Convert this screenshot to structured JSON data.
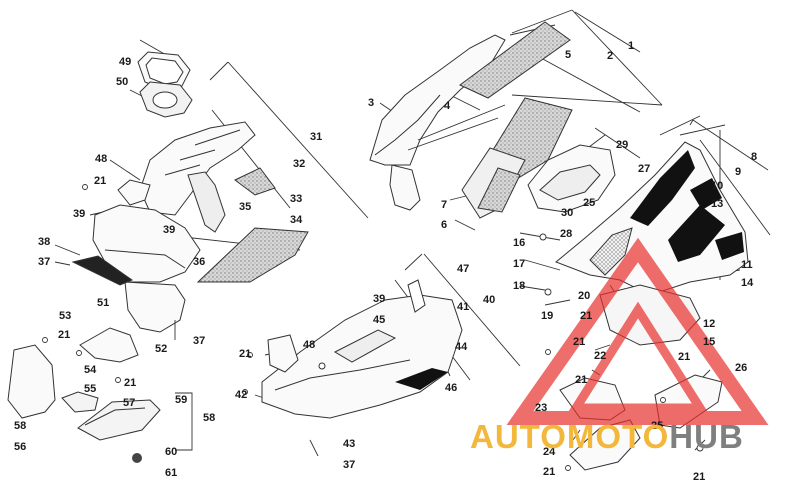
{
  "diagram": {
    "callouts": [
      {
        "id": "c1",
        "text": "1"
      },
      {
        "id": "c2",
        "text": "2"
      },
      {
        "id": "c3",
        "text": "3"
      },
      {
        "id": "c4",
        "text": "4"
      },
      {
        "id": "c5",
        "text": "5"
      },
      {
        "id": "c6",
        "text": "6"
      },
      {
        "id": "c7",
        "text": "7"
      },
      {
        "id": "c8",
        "text": "8"
      },
      {
        "id": "c9",
        "text": "9"
      },
      {
        "id": "c10",
        "text": "10"
      },
      {
        "id": "c11",
        "text": "11"
      },
      {
        "id": "c12",
        "text": "12"
      },
      {
        "id": "c13",
        "text": "13"
      },
      {
        "id": "c14",
        "text": "14"
      },
      {
        "id": "c15",
        "text": "15"
      },
      {
        "id": "c16",
        "text": "16"
      },
      {
        "id": "c17",
        "text": "17"
      },
      {
        "id": "c18",
        "text": "18"
      },
      {
        "id": "c19",
        "text": "19"
      },
      {
        "id": "c20",
        "text": "20"
      },
      {
        "id": "c21a",
        "text": "21"
      },
      {
        "id": "c21b",
        "text": "21"
      },
      {
        "id": "c21c",
        "text": "21"
      },
      {
        "id": "c21d",
        "text": "21"
      },
      {
        "id": "c21e",
        "text": "21"
      },
      {
        "id": "c21f",
        "text": "21"
      },
      {
        "id": "c21g",
        "text": "21"
      },
      {
        "id": "c21h",
        "text": "21"
      },
      {
        "id": "c21i",
        "text": "21"
      },
      {
        "id": "c21j",
        "text": "21"
      },
      {
        "id": "c22",
        "text": "22"
      },
      {
        "id": "c23",
        "text": "23"
      },
      {
        "id": "c24",
        "text": "24"
      },
      {
        "id": "c25a",
        "text": "25"
      },
      {
        "id": "c25b",
        "text": "25"
      },
      {
        "id": "c26",
        "text": "26"
      },
      {
        "id": "c27",
        "text": "27"
      },
      {
        "id": "c28",
        "text": "28"
      },
      {
        "id": "c29",
        "text": "29"
      },
      {
        "id": "c30",
        "text": "30"
      },
      {
        "id": "c31",
        "text": "31"
      },
      {
        "id": "c32",
        "text": "32"
      },
      {
        "id": "c33",
        "text": "33"
      },
      {
        "id": "c34",
        "text": "34"
      },
      {
        "id": "c35",
        "text": "35"
      },
      {
        "id": "c36",
        "text": "36"
      },
      {
        "id": "c37a",
        "text": "37"
      },
      {
        "id": "c37b",
        "text": "37"
      },
      {
        "id": "c37c",
        "text": "37"
      },
      {
        "id": "c38",
        "text": "38"
      },
      {
        "id": "c39a",
        "text": "39"
      },
      {
        "id": "c39b",
        "text": "39"
      },
      {
        "id": "c39c",
        "text": "39"
      },
      {
        "id": "c40",
        "text": "40"
      },
      {
        "id": "c41",
        "text": "41"
      },
      {
        "id": "c42",
        "text": "42"
      },
      {
        "id": "c43",
        "text": "43"
      },
      {
        "id": "c44",
        "text": "44"
      },
      {
        "id": "c45",
        "text": "45"
      },
      {
        "id": "c46",
        "text": "46"
      },
      {
        "id": "c47",
        "text": "47"
      },
      {
        "id": "c48a",
        "text": "48"
      },
      {
        "id": "c48b",
        "text": "48"
      },
      {
        "id": "c49",
        "text": "49"
      },
      {
        "id": "c50",
        "text": "50"
      },
      {
        "id": "c51",
        "text": "51"
      },
      {
        "id": "c52",
        "text": "52"
      },
      {
        "id": "c53",
        "text": "53"
      },
      {
        "id": "c54",
        "text": "54"
      },
      {
        "id": "c55",
        "text": "55"
      },
      {
        "id": "c56",
        "text": "56"
      },
      {
        "id": "c57",
        "text": "57"
      },
      {
        "id": "c58a",
        "text": "58"
      },
      {
        "id": "c58b",
        "text": "58"
      },
      {
        "id": "c59",
        "text": "59"
      },
      {
        "id": "c60",
        "text": "60"
      },
      {
        "id": "c61",
        "text": "61"
      }
    ]
  },
  "watermark": {
    "part1": "AUTOMOTO",
    "part2": "HUB",
    "colors": {
      "part1": "#f3b73b",
      "part2": "#7f7f7f",
      "triangle": "#e8312d"
    }
  },
  "colors": {
    "line": "#2b2b2b",
    "label": "#1a1a1a",
    "decal": "#111111",
    "mesh": "#cfcfcf"
  }
}
